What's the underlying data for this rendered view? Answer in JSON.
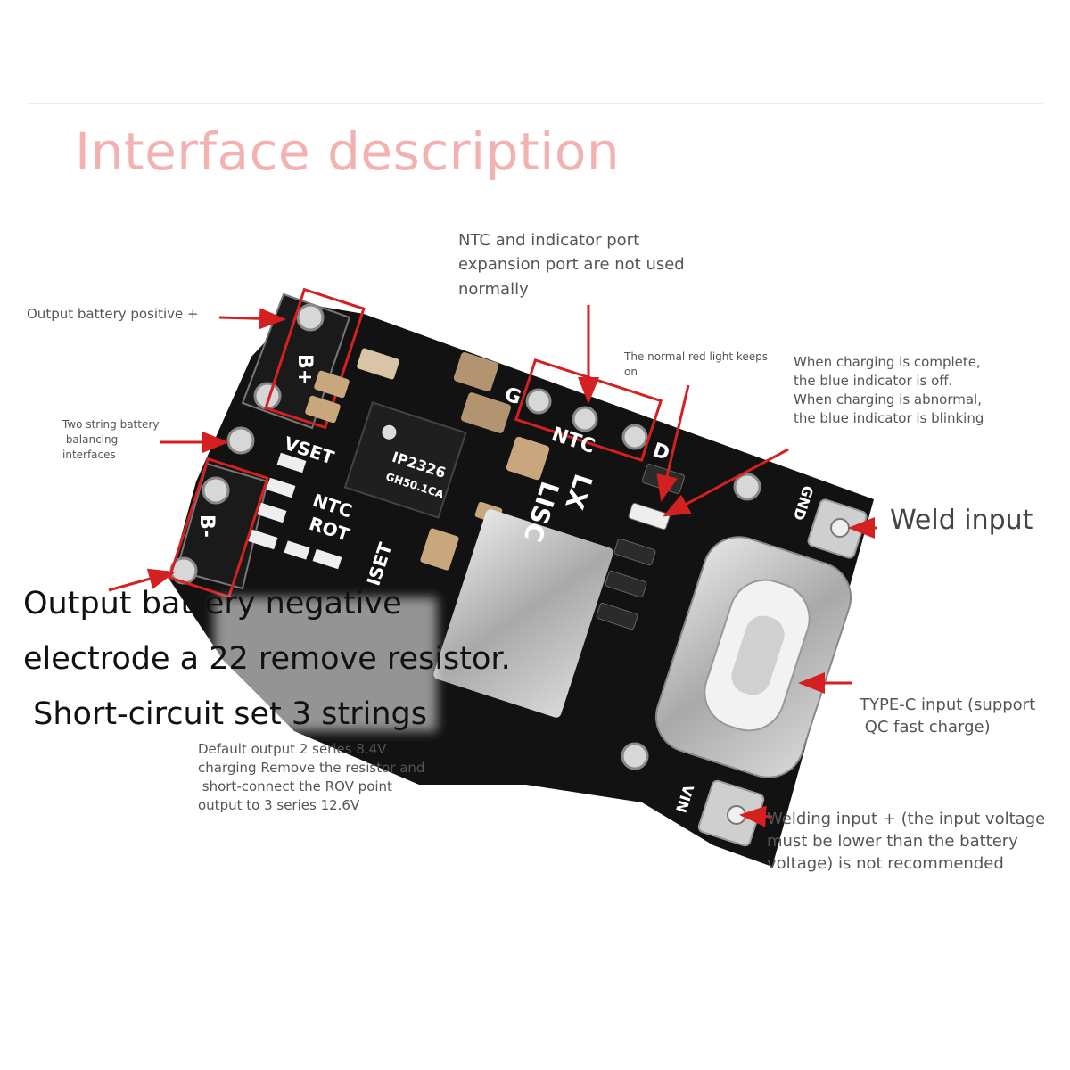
{
  "title": "Interface description",
  "annotations": {
    "output_positive": "Output battery positive +",
    "balancing": [
      "Two string battery",
      " balancing",
      "interfaces"
    ],
    "ntc_port": [
      "NTC and indicator port",
      "expansion port are not used",
      "normally"
    ],
    "red_light": [
      "The normal red light keeps",
      "on"
    ],
    "blue_indicator": [
      "When charging is complete,",
      "the blue indicator is off.",
      "When charging is abnormal,",
      "the blue indicator is blinking"
    ],
    "weld_input": "Weld input",
    "negative_caption": [
      "Output battery negative",
      "electrode a 22 remove resistor.",
      " Short-circuit set 3 strings"
    ],
    "typec": [
      "TYPE-C input (support",
      " QC fast charge)"
    ],
    "default_output": [
      "Default output 2 series 8.4V",
      "charging Remove the resistor and",
      " short-connect the ROV point",
      "output to 3 series 12.6V"
    ],
    "welding_input": [
      "Welding input + (the input voltage",
      "must be lower than the battery",
      "voltage) is not recommended"
    ]
  },
  "board_labels": {
    "bplus": "B+",
    "bminus": "B-",
    "vset": "VSET",
    "ntc_left": "NTC",
    "rot": "ROT",
    "iset": "ISET",
    "g": "G",
    "ntc_top": "NTC",
    "d": "D",
    "lx": "LX",
    "lisc": "LISC",
    "gnd": "GND",
    "vin": "VIN",
    "chip1": "IP2326",
    "chip2": "GH50.1CA"
  },
  "colors": {
    "arrow": "#d42020",
    "title": "#f3b2b2",
    "pcb": "#111111",
    "pad": "#c9c9c9"
  }
}
